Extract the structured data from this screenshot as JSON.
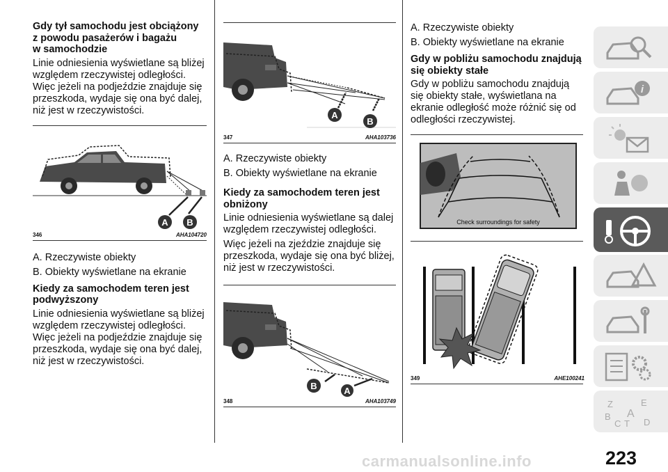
{
  "col1": {
    "heading1": "Gdy tył samochodu jest obciążony\nz powodu pasażerów i bagażu\nw samochodzie",
    "para1": "Linie odniesienia wyświetlane są bliżej względem rzeczywistej odległości. Więc jeżeli na podjeździe znajduje się przeszkoda, wydaje się ona być dalej, niż jest w rzeczywistości.",
    "fig": {
      "number": "346",
      "code": "AHA104720",
      "label_a": "A",
      "label_b": "B"
    },
    "item_a": "A. Rzeczywiste obiekty",
    "item_b": "B. Obiekty wyświetlane na ekranie",
    "heading2": "Kiedy za samochodem teren jest\npodwyższony",
    "para2": "Linie odniesienia wyświetlane są bliżej względem rzeczywistej odległości. Więc jeżeli na podjeździe znajduje się przeszkoda, wydaje się ona być dalej, niż jest w rzeczywistości."
  },
  "col2": {
    "fig1": {
      "number": "347",
      "code": "AHA103736",
      "label_a": "A",
      "label_b": "B"
    },
    "item_a": "A. Rzeczywiste obiekty",
    "item_b": "B. Obiekty wyświetlane na ekranie",
    "heading": "Kiedy za samochodem teren jest\nobniżony",
    "para1": "Linie odniesienia wyświetlane są dalej względem rzeczywistej odległości.",
    "para2": "Więc jeżeli na zjeździe znajduje się przeszkoda, wydaje się ona być bliżej, niż jest w rzeczywistości.",
    "fig2": {
      "number": "348",
      "code": "AHA103749",
      "label_a": "A",
      "label_b": "B"
    }
  },
  "col3": {
    "item_a": "A. Rzeczywiste obiekty",
    "item_b": "B. Obiekty wyświetlane na ekranie",
    "heading": "Gdy w pobliżu samochodu znajdują\nsię obiekty stałe",
    "para": "Gdy w pobliżu samochodu znajdują się obiekty stałe, wyświetlana na ekranie odległość może różnić się od odległości rzeczywistej.",
    "screen_text": "Check surroundings for safety",
    "fig": {
      "number": "349",
      "code": "AHE100241"
    }
  },
  "sidebar": {
    "tabs": [
      {
        "name": "car-key-search",
        "active": false
      },
      {
        "name": "car-info",
        "active": false
      },
      {
        "name": "lights-message",
        "active": false
      },
      {
        "name": "airbag",
        "active": false
      },
      {
        "name": "steering-wheel",
        "active": true
      },
      {
        "name": "warning-triangle",
        "active": false
      },
      {
        "name": "car-service",
        "active": false
      },
      {
        "name": "settings-list",
        "active": false
      },
      {
        "name": "index-letters",
        "active": false
      }
    ],
    "index_letters": [
      "Z",
      "E",
      "B",
      "A",
      "C",
      "T",
      "D"
    ]
  },
  "page_number": "223",
  "watermark": "carmanualsonline.info",
  "colors": {
    "active_tab": "#5a5a5a",
    "tab": "#ececec",
    "figure_dark": "#3d3d3d"
  }
}
